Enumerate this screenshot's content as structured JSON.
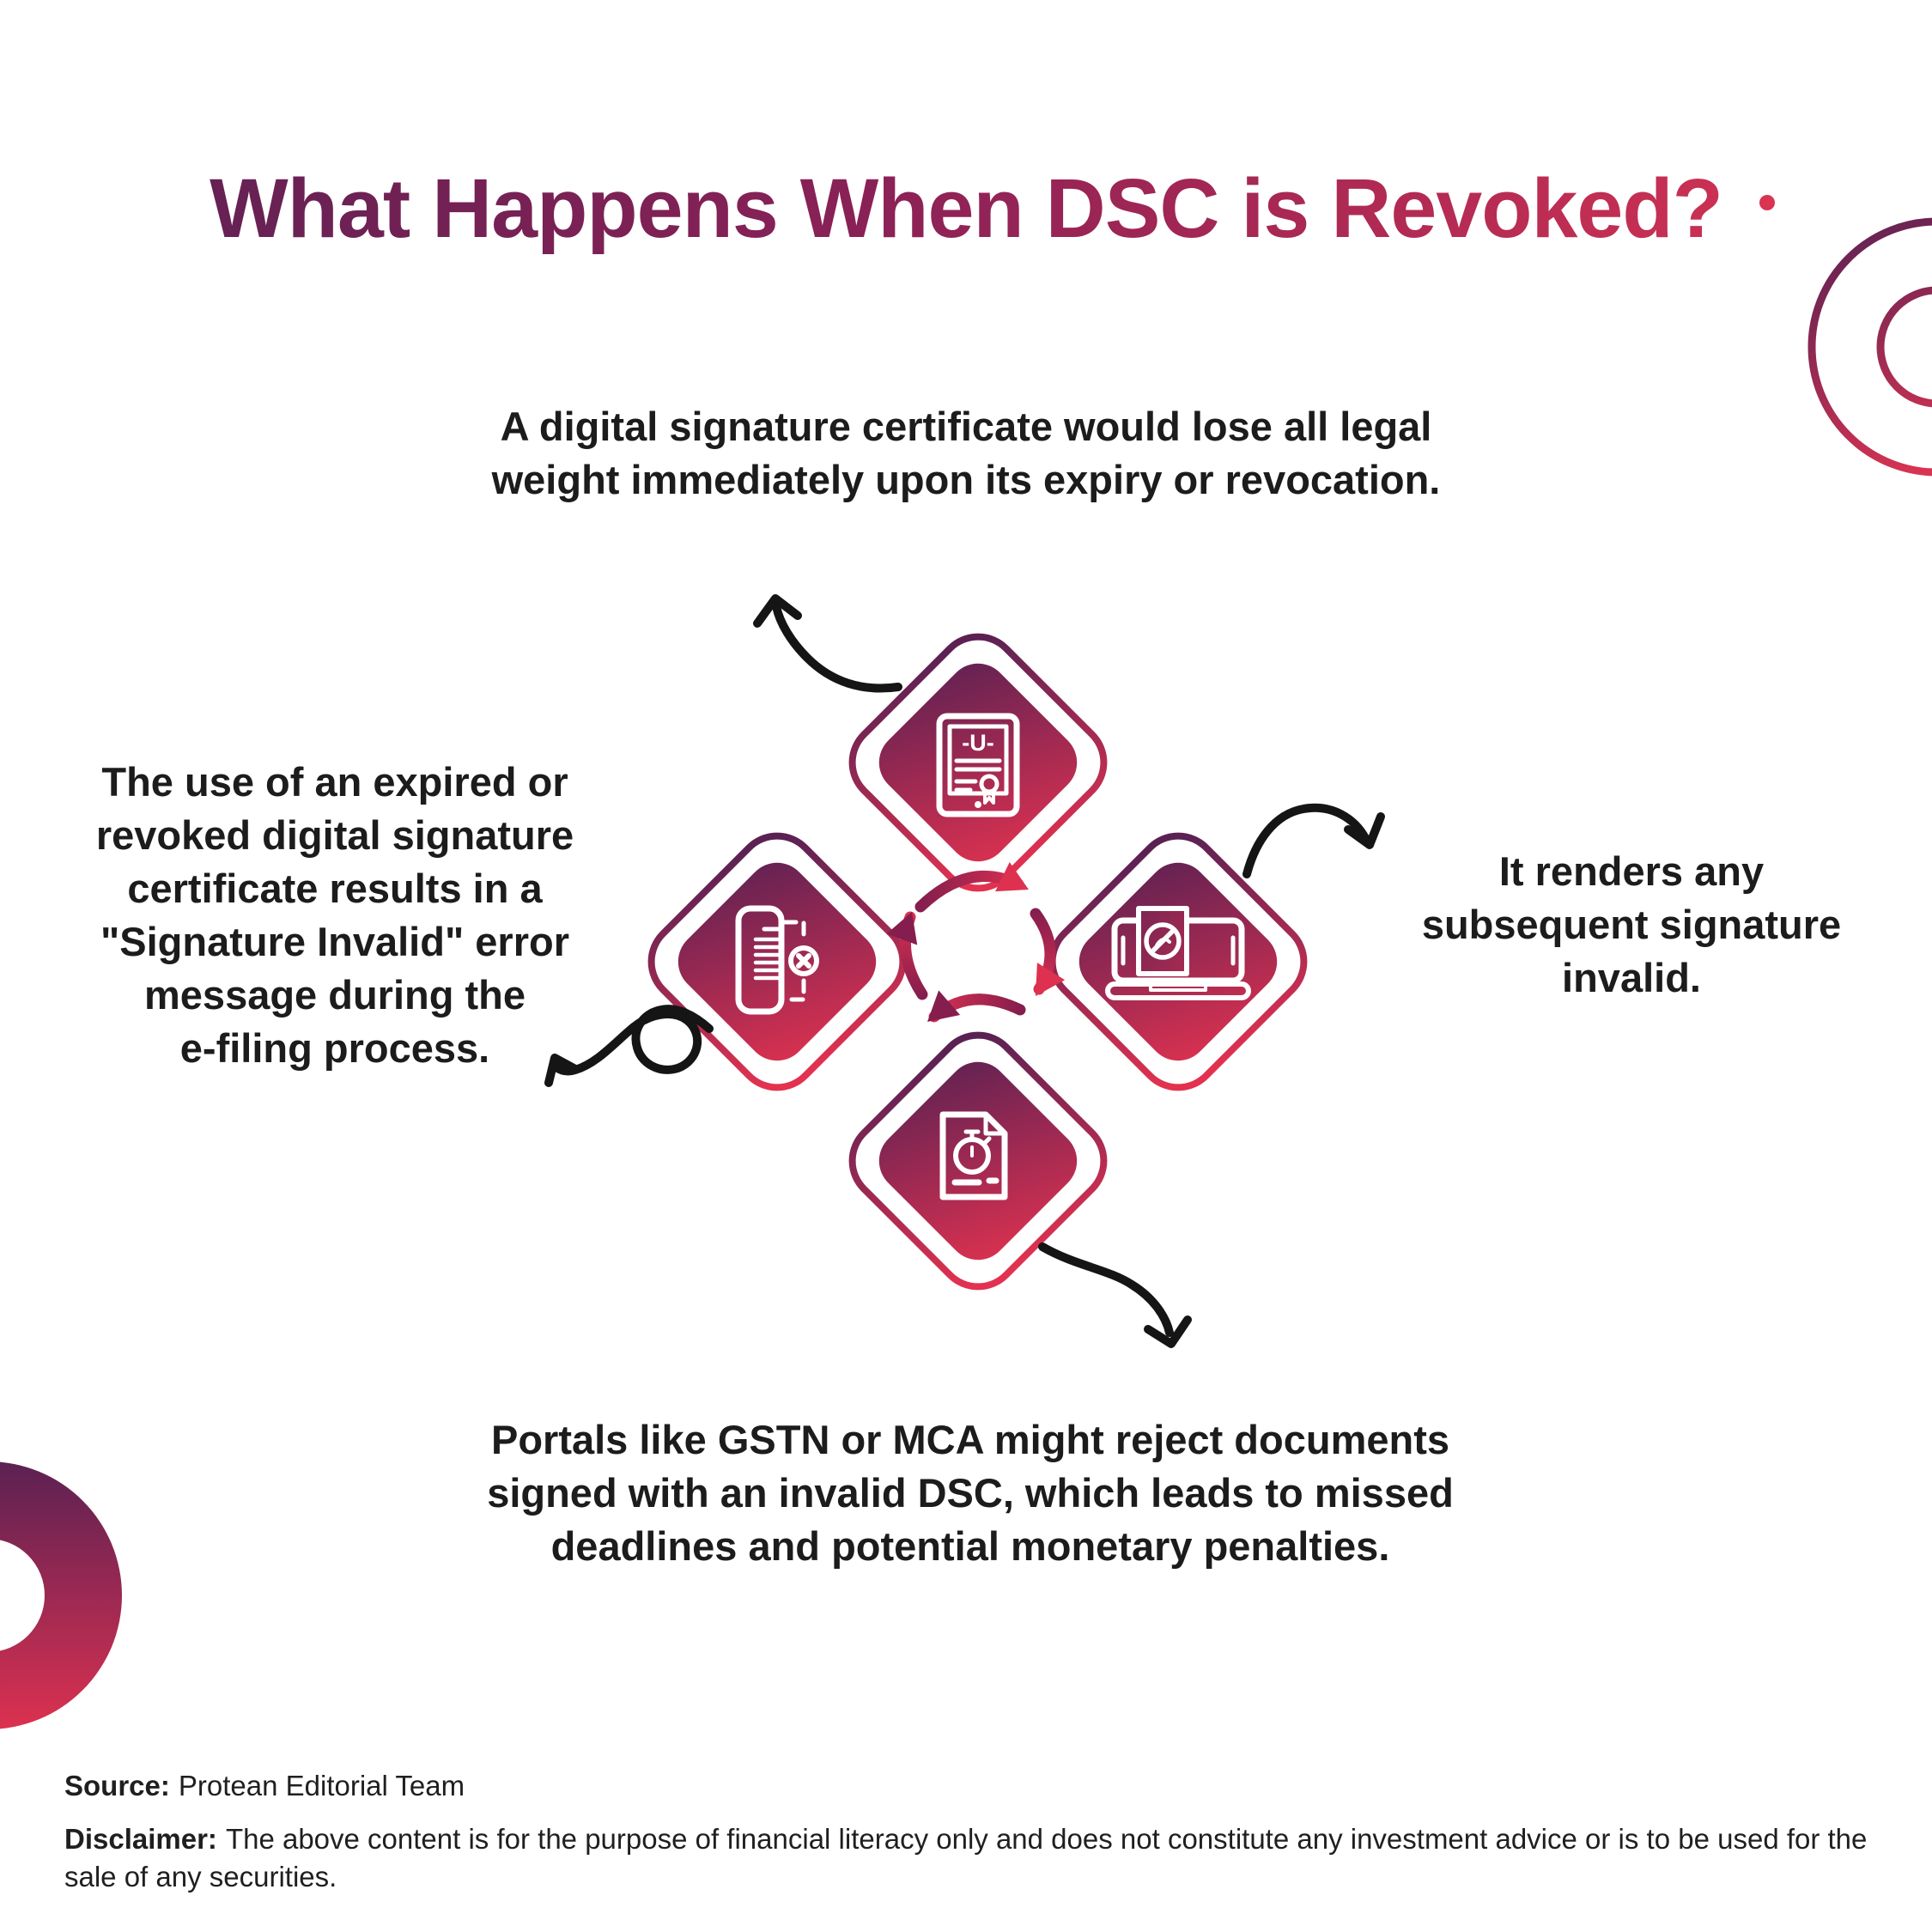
{
  "title": {
    "text": "What Happens When DSC is Revoked?",
    "gradient_start": "#5B2153",
    "gradient_end": "#D93452"
  },
  "callouts": {
    "top": {
      "lines": [
        "A digital signature certificate would lose all legal",
        "weight immediately upon its expiry or revocation."
      ],
      "text": "A digital signature certificate would lose all legal weight immediately upon its expiry or revocation."
    },
    "left": {
      "lines": [
        "The use of an expired or",
        "revoked digital signature",
        "certificate results in a",
        "\"Signature Invalid\" error",
        "message during the",
        "e-filing process."
      ],
      "text": "The use of an expired or revoked digital signature certificate results in a \"Signature Invalid\" error message during the e-filing process."
    },
    "right": {
      "lines": [
        "It renders any",
        "subsequent signature",
        "invalid."
      ],
      "text": "It renders any subsequent signature invalid."
    },
    "bottom": {
      "lines": [
        "Portals like GSTN or MCA might reject documents",
        "signed with an invalid DSC, which leads to missed",
        "deadlines and potential monetary penalties."
      ],
      "text": "Portals like GSTN or MCA might reject documents signed with an invalid DSC, which leads to missed deadlines and potential monetary penalties."
    }
  },
  "diagram": {
    "nodes": [
      {
        "position": "top",
        "icon": "certificate-tablet-icon",
        "glyph": "-U-"
      },
      {
        "position": "left",
        "icon": "rejected-document-icon"
      },
      {
        "position": "right",
        "icon": "laptop-invalid-signature-icon"
      },
      {
        "position": "bottom",
        "icon": "deadline-document-icon"
      }
    ],
    "colors": {
      "diamond_gradient_start": "#5B2153",
      "diamond_gradient_end": "#E23250",
      "cycle_arrow_start": "#851E4E",
      "cycle_arrow_end": "#DE3150",
      "doodle_arrow": "#151515",
      "icon_stroke": "#ffffff"
    }
  },
  "decor": {
    "ring_top_right": {
      "gradient_start": "#5B2153",
      "gradient_end": "#D93452"
    },
    "dot_top_right": {
      "color": "#D93452"
    },
    "donut_bottom_left": {
      "gradient_start": "#5B2153",
      "gradient_end": "#DC3150"
    }
  },
  "footer": {
    "source_label": "Source:",
    "source_text": "Protean Editorial Team",
    "disclaimer_label": "Disclaimer:",
    "disclaimer_text": "The above content is for the purpose of financial literacy only and does not constitute any investment advice or is to be used for the sale of any securities."
  }
}
